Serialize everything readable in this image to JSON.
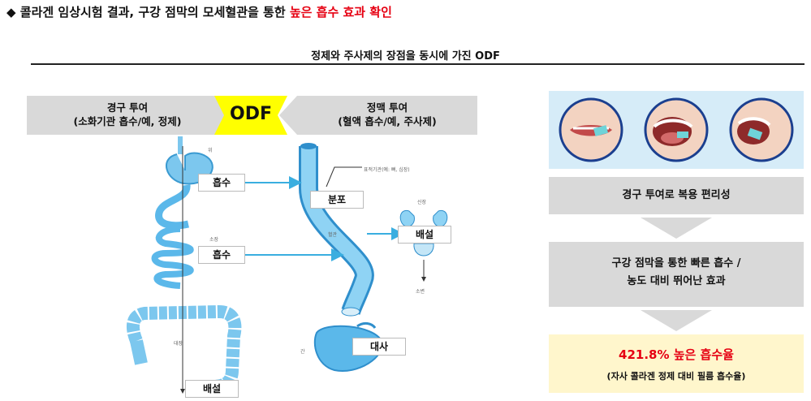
{
  "heading": {
    "bullet": "◆",
    "prefix": "콜라겐 임상시험 결과, 구강 점막의 모세혈관을 통한 ",
    "highlight": "높은 흡수 효과 확인"
  },
  "subtitle": "정제와 주사제의 장점을 동시에 가진 ODF",
  "oral": {
    "title": "경구 투여",
    "sub": "(소화기관 흡수/예, 정제)"
  },
  "center": "ODF",
  "iv": {
    "title": "정맥 투여",
    "sub": "(혈액 흡수/예, 주사제)"
  },
  "labels": {
    "absorb1": "흡수",
    "absorb2": "흡수",
    "excrete1": "배설",
    "distribute": "분포",
    "excrete2": "배설",
    "metabolism": "대사"
  },
  "tiny_labels": {
    "stomach": "위",
    "small_intestine": "소장",
    "large_intestine": "대장",
    "tissue": "표적기관(예: 뼈, 심장)",
    "vessel": "혈관",
    "kidney": "신장",
    "urine": "소변",
    "liver": "간"
  },
  "steps": {
    "step1": "경구 투여로 복용 편리성",
    "step2_line1": "구강 점막을 통한 빠른 흡수 /",
    "step2_line2": "농도 대비 뛰어난 효과",
    "result_main": "421.8% 높은 흡수율",
    "result_sub": "(자사 콜라겐 정제 대비 필름 흡수율)"
  },
  "colors": {
    "highlight": "#e60012",
    "odf_yellow": "#ffff00",
    "arrow_gray": "#d9d9d9",
    "organ_blue": "#5bb8ea",
    "flow_arrow": "#3aaee0",
    "result_bg": "#fff6cc"
  }
}
